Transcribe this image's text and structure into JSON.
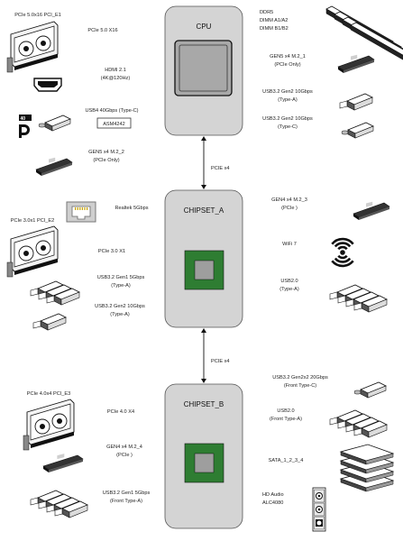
{
  "colors": {
    "chip_box": "#d4d4d4",
    "cpu_die": "#a8a8a8",
    "chipset_die_outer": "#2e7d32",
    "chipset_die_inner": "#9e9e9e",
    "line": "#222222",
    "module_green": "#2f6b35",
    "card_dark": "#333333"
  },
  "chips": {
    "cpu": "CPU",
    "chipset_a": "CHIPSET_A",
    "chipset_b": "CHIPSET_B"
  },
  "links": {
    "cpu_to_a": "PCIE x4",
    "a_to_b": "PCIE x4"
  },
  "cpu_left": [
    {
      "icon": "gpu-card-icon",
      "device": "PCIe 5.0x16 PCI_E1",
      "lines": [
        "PCIe 5.0 X16"
      ]
    },
    {
      "icon": "hdmi-port-icon",
      "lines": [
        "HDMI 2.1",
        "(4K@120Hz)"
      ]
    },
    {
      "icon": "thunderbolt-displayport-icon",
      "lines": [
        "USB4 40Gbps (Type-C)"
      ],
      "bridge": "ASM4242"
    },
    {
      "icon": "m2-ssd-icon",
      "lines": [
        "GEN5 x4 M.2_2",
        "(PCIe Only)"
      ]
    }
  ],
  "cpu_right": [
    {
      "icon": "ddr5-dimm-icon",
      "lines": [
        "DDR5",
        "DIMM A1/A2",
        "DIMM B1/B2"
      ]
    },
    {
      "icon": "m2-ssd-icon",
      "lines": [
        "GEN5 x4 M.2_1",
        "(PCIe Only)"
      ]
    },
    {
      "icon": "usb-type-a-icon",
      "lines": [
        "USB3.2 Gen2 10Gbps",
        "(Type-A)"
      ]
    },
    {
      "icon": "usb-type-c-icon",
      "lines": [
        "USB3.2 Gen2 10Gbps",
        "(Type-C)"
      ]
    }
  ],
  "a_left": [
    {
      "icon": "ethernet-port-icon",
      "lines": [
        "Realtek 5Gbps"
      ]
    },
    {
      "icon": "gpu-card-icon",
      "device": "PCIe 3.0x1 PCI_E2",
      "lines": [
        "PCIe 3.0 X1"
      ]
    },
    {
      "icon": "usb-type-a-icon",
      "lines": [
        "USB3.2 Gen1 5Gbps",
        "(Type-A)"
      ]
    },
    {
      "icon": "usb-type-a-icon",
      "lines": [
        "USB3.2 Gen2 10Gbps",
        "(Type-A)"
      ]
    }
  ],
  "a_right": [
    {
      "icon": "m2-ssd-icon",
      "lines": [
        "GEN4 x4 M.2_3",
        "(PCIe )"
      ]
    },
    {
      "icon": "wifi-icon",
      "lines": [
        "WiFi 7"
      ]
    },
    {
      "icon": "usb-type-a-icon",
      "lines": [
        "USB2.0",
        "(Type-A)"
      ]
    }
  ],
  "b_left": [
    {
      "icon": "gpu-card-icon",
      "device": "PCIe 4.0x4 PCI_E3",
      "lines": [
        "PCIe 4.0 X4"
      ]
    },
    {
      "icon": "m2-ssd-icon",
      "lines": [
        "GEN4 x4 M.2_4",
        "(PCIe )"
      ]
    },
    {
      "icon": "usb-type-a-icon",
      "lines": [
        "USB3.2 Gen1 5Gbps",
        "(Front Type-A)"
      ]
    }
  ],
  "b_right": [
    {
      "icon": "usb-type-c-icon",
      "lines": [
        "USB3.2 Gen2x2 20Gbps",
        "(Front Type-C)"
      ]
    },
    {
      "icon": "usb-type-a-icon",
      "lines": [
        "USB2.0",
        "(Front Type-A)"
      ]
    },
    {
      "icon": "sata-drive-icon",
      "lines": [
        "SATA_1_2_3_4"
      ]
    },
    {
      "icon": "audio-jack-icon",
      "lines": [
        "HD Audio",
        "ALC4080"
      ]
    }
  ]
}
